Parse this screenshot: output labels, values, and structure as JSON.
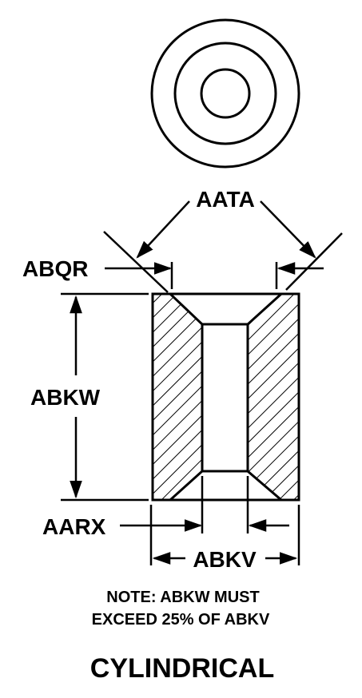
{
  "labels": {
    "aata": "AATA",
    "abqr": "ABQR",
    "abkw": "ABKW",
    "aarx": "AARX",
    "abkv": "ABKV"
  },
  "note": {
    "line1": "NOTE: ABKW MUST",
    "line2": "EXCEED 25%  OF ABKV"
  },
  "title": "CYLINDRICAL"
}
